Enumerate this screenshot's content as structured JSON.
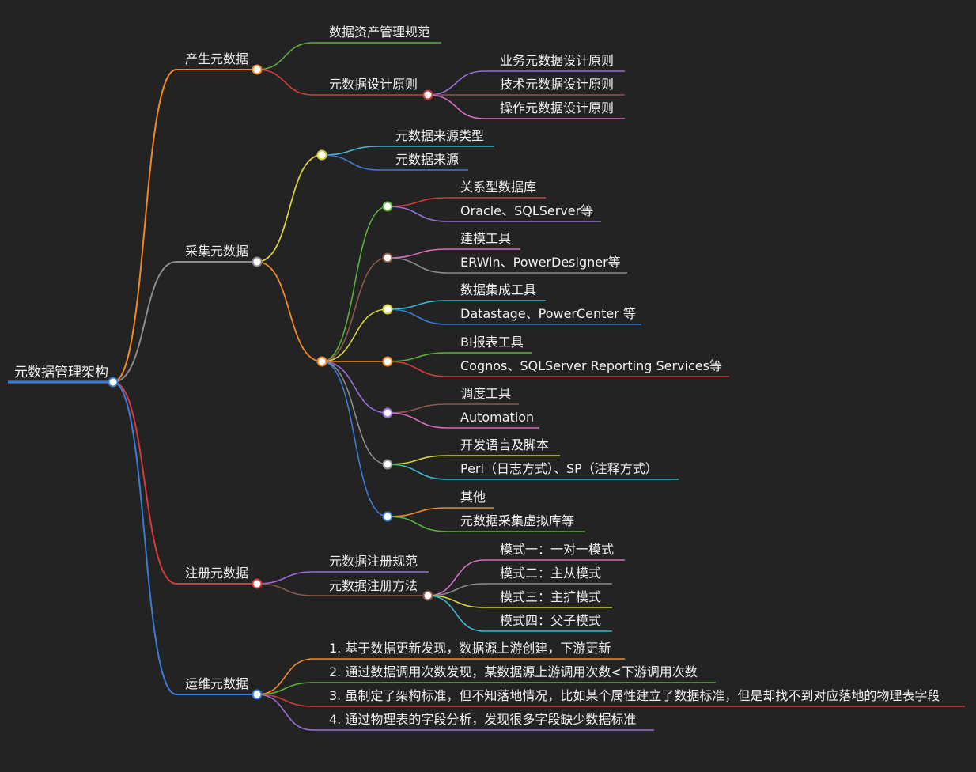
{
  "colors": {
    "background": "#232323",
    "text": "#f0f0f0",
    "orange": "#f08a24",
    "gray": "#8c8c8c",
    "red": "#d43a3a",
    "blue": "#3a7bd5",
    "green": "#5cae3c",
    "purple": "#9b6dd8",
    "brown": "#8c5a4a",
    "pink": "#d66dc0",
    "yellow": "#d6d23a",
    "cyan": "#3ab8d0"
  },
  "mindmap": {
    "root": "元数据管理架构",
    "branches": [
      {
        "label": "产生元数据",
        "color": "orange",
        "children": [
          {
            "label": "数据资产管理规范",
            "color": "green"
          },
          {
            "label": "元数据设计原则",
            "color": "red",
            "children": [
              {
                "label": "业务元数据设计原则",
                "color": "purple"
              },
              {
                "label": "技术元数据设计原则",
                "color": "brown"
              },
              {
                "label": "操作元数据设计原则",
                "color": "pink"
              }
            ]
          }
        ]
      },
      {
        "label": "采集元数据",
        "color": "gray",
        "children": [
          {
            "label": "",
            "color": "yellow",
            "children": [
              {
                "label": "元数据来源类型",
                "color": "cyan"
              },
              {
                "label": "元数据来源",
                "color": "blue"
              }
            ]
          },
          {
            "label": "",
            "color": "orange",
            "children": [
              {
                "label": "",
                "color": "green",
                "children": [
                  {
                    "label": "关系型数据库",
                    "color": "red"
                  },
                  {
                    "label": "Oracle、SQLServer等",
                    "color": "purple"
                  }
                ]
              },
              {
                "label": "",
                "color": "brown",
                "children": [
                  {
                    "label": "建模工具",
                    "color": "pink"
                  },
                  {
                    "label": "ERWin、PowerDesigner等",
                    "color": "gray"
                  }
                ]
              },
              {
                "label": "",
                "color": "yellow",
                "children": [
                  {
                    "label": "数据集成工具",
                    "color": "cyan"
                  },
                  {
                    "label": "Datastage、PowerCenter 等",
                    "color": "blue"
                  }
                ]
              },
              {
                "label": "",
                "color": "orange",
                "children": [
                  {
                    "label": "BI报表工具",
                    "color": "green"
                  },
                  {
                    "label": "Cognos、SQLServer Reporting Services等",
                    "color": "red"
                  }
                ]
              },
              {
                "label": "",
                "color": "purple",
                "children": [
                  {
                    "label": "调度工具",
                    "color": "brown"
                  },
                  {
                    "label": "Automation",
                    "color": "pink"
                  }
                ]
              },
              {
                "label": "",
                "color": "gray",
                "children": [
                  {
                    "label": "开发语言及脚本",
                    "color": "yellow"
                  },
                  {
                    "label": "Perl（日志方式）、SP（注释方式）",
                    "color": "cyan"
                  }
                ]
              },
              {
                "label": "",
                "color": "blue",
                "children": [
                  {
                    "label": "其他",
                    "color": "orange"
                  },
                  {
                    "label": "元数据采集虚拟库等",
                    "color": "green"
                  }
                ]
              }
            ]
          }
        ]
      },
      {
        "label": "注册元数据",
        "color": "red",
        "children": [
          {
            "label": "元数据注册规范",
            "color": "purple"
          },
          {
            "label": "元数据注册方法",
            "color": "brown",
            "children": [
              {
                "label": "模式一：一对一模式",
                "color": "pink"
              },
              {
                "label": "模式二：主从模式",
                "color": "gray"
              },
              {
                "label": "模式三：主扩模式",
                "color": "yellow"
              },
              {
                "label": "模式四：父子模式",
                "color": "cyan"
              }
            ]
          }
        ]
      },
      {
        "label": "运维元数据",
        "color": "blue",
        "children": [
          {
            "label": "1. 基于数据更新发现，数据源上游创建，下游更新",
            "color": "orange"
          },
          {
            "label": "2. 通过数据调用次数发现，某数据源上游调用次数<下游调用次数",
            "color": "green"
          },
          {
            "label": "3. 虽制定了架构标准，但不知落地情况，比如某个属性建立了数据标准，但是却找不到对应落地的物理表字段",
            "color": "red"
          },
          {
            "label": "4. 通过物理表的字段分析，发现很多字段缺少数据标准",
            "color": "purple"
          }
        ]
      }
    ]
  }
}
